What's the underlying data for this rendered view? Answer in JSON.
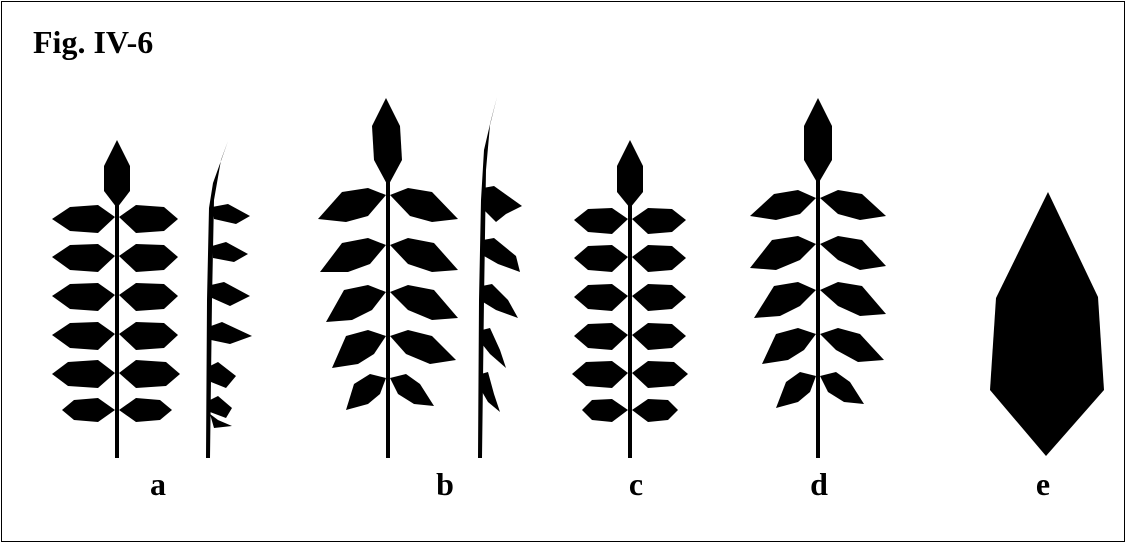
{
  "figure": {
    "title": "Fig. IV-6",
    "panels": [
      {
        "label": "a"
      },
      {
        "label": "b"
      },
      {
        "label": "c"
      },
      {
        "label": "d"
      },
      {
        "label": "e"
      }
    ]
  },
  "colors": {
    "ink": "#000000",
    "background": "#ffffff"
  }
}
